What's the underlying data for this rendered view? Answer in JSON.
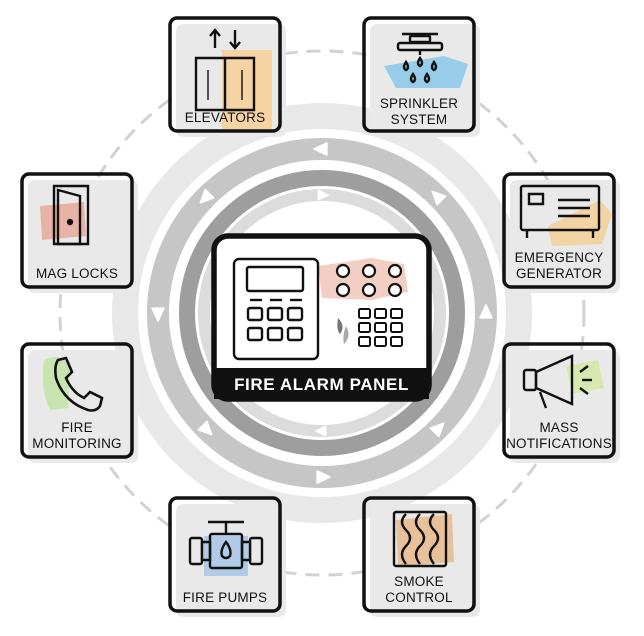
{
  "center": {
    "label": "FIRE ALARM PANEL"
  },
  "nodes": [
    {
      "id": "elevators",
      "line1": "ELEVATORS",
      "line2": "",
      "icon": "elevator-icon",
      "accent": "#f7c98b"
    },
    {
      "id": "sprinkler",
      "line1": "SPRINKLER",
      "line2": "SYSTEM",
      "icon": "sprinkler-icon",
      "accent": "#8fc8e8"
    },
    {
      "id": "generator",
      "line1": "EMERGENCY",
      "line2": "GENERATOR",
      "icon": "generator-icon",
      "accent": "#f2cd98"
    },
    {
      "id": "mass",
      "line1": "MASS",
      "line2": "NOTIFICATIONS",
      "icon": "megaphone-icon",
      "accent": "#d2e7a6"
    },
    {
      "id": "smoke",
      "line1": "SMOKE",
      "line2": "CONTROL",
      "icon": "smoke-icon",
      "accent": "#e5b68c"
    },
    {
      "id": "pumps",
      "line1": "FIRE PUMPS",
      "line2": "",
      "icon": "pump-icon",
      "accent": "#aac4e6"
    },
    {
      "id": "monitoring",
      "line1": "FIRE",
      "line2": "MONITORING",
      "icon": "phone-icon",
      "accent": "#bfe0a8"
    },
    {
      "id": "maglocks",
      "line1": "MAG LOCKS",
      "line2": "",
      "icon": "door-icon",
      "accent": "#e6a99a"
    }
  ],
  "colors": {
    "stroke": "#111111",
    "ring_outer": "#e6e6e6",
    "ring_mid": "#c4c4c4",
    "ring_inner": "#9a9a9a",
    "dashed": "#cfcfcf",
    "arrow": "#9a9a9a",
    "panel_accent": "#f0c4b4"
  }
}
